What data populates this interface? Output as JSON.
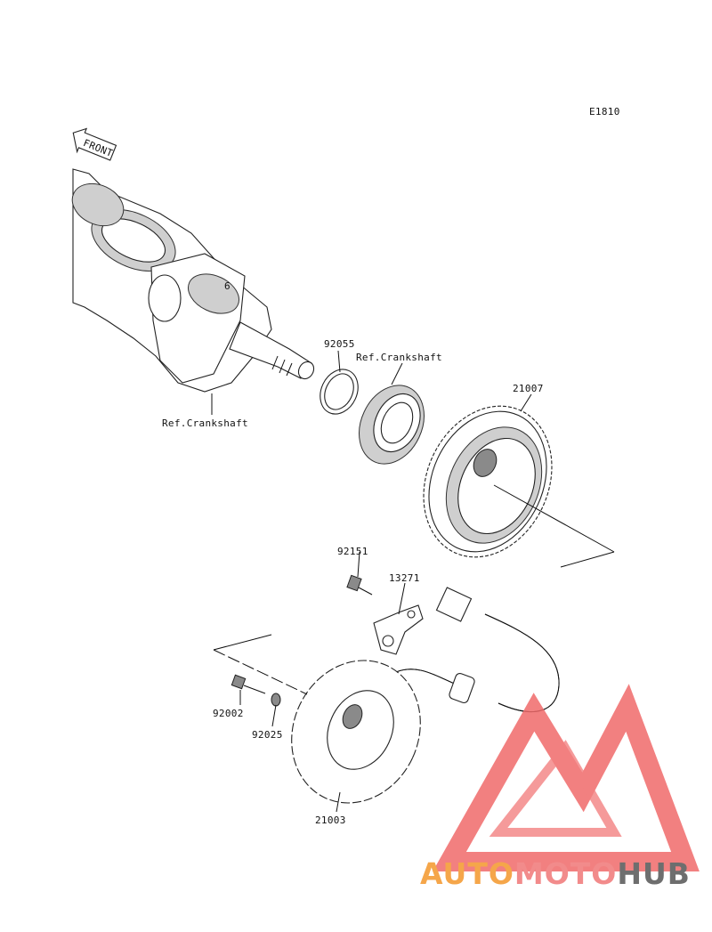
{
  "diagram": {
    "code": "E1810",
    "front_label": "FRONT",
    "callouts": {
      "p92055": "92055",
      "ref_crank_top": "Ref.Crankshaft",
      "ref_crank_left": "Ref.Crankshaft",
      "p21007": "21007",
      "p92151": "92151",
      "p13271": "13271",
      "p92002": "92002",
      "p92025": "92025",
      "p21003": "21003"
    }
  },
  "watermark": {
    "part1": "AUTO",
    "part2": "MOTO",
    "part3": "HUB",
    "colors": {
      "orange": "#f5a64a",
      "pink": "#f28b8b",
      "gray": "#6e6e6e",
      "triangle": "#f06a6a"
    }
  }
}
